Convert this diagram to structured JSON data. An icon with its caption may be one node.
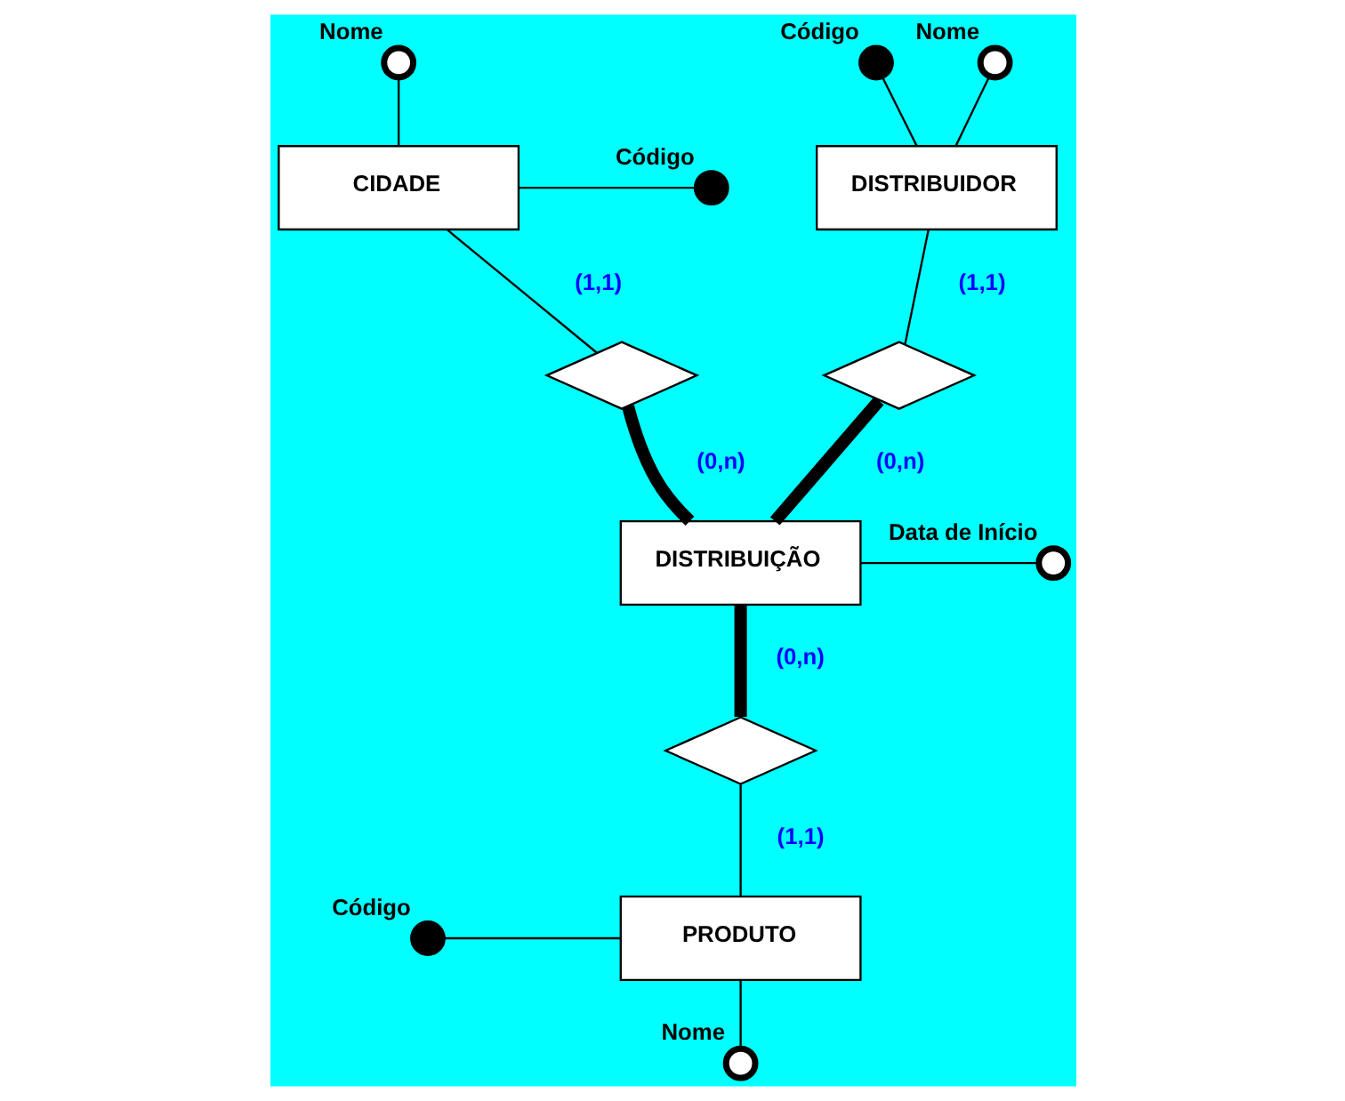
{
  "diagram": {
    "nodes": [
      {
        "text": [],
        "shape": "circle",
        "beside": [
          "Nome"
        ]
      },
      {
        "text": [],
        "shape": "circle",
        "beside": [
          "Código"
        ]
      },
      {
        "text": [],
        "shape": "circle",
        "beside": [
          "Nome"
        ]
      },
      {
        "text": [],
        "shape": "circle",
        "beside": [
          "Código"
        ]
      },
      {
        "text": [
          "CIDADE"
        ]
      },
      {
        "text": [
          "DISTRIBUIDOR"
        ]
      },
      {
        "text": [],
        "shape": "diamond"
      },
      {
        "text": [],
        "shape": "diamond"
      },
      {
        "text": [
          "DISTRIBUIÇÃO"
        ]
      },
      {
        "text": [],
        "shape": "circle",
        "beside": [
          "Data de Início"
        ]
      },
      {
        "text": [],
        "shape": "diamond"
      },
      {
        "text": [],
        "shape": "circle",
        "beside": [
          "Código"
        ]
      },
      {
        "text": [
          "PRODUTO"
        ]
      },
      {
        "text": [],
        "shape": "circle",
        "beside": [
          "Nome"
        ]
      }
    ],
    "edges": [
      {
        "from": 0,
        "to": 4,
        "arrow": "none"
      },
      {
        "from": 3,
        "to": 4,
        "arrow": "none"
      },
      {
        "from": 1,
        "to": 5,
        "arrow": "none"
      },
      {
        "from": 2,
        "to": 5,
        "arrow": "none"
      },
      {
        "from": 4,
        "to": 6,
        "arrow": "none",
        "label": "(1,1)"
      },
      {
        "from": 5,
        "to": 7,
        "arrow": "none",
        "label": "(1,1)"
      },
      {
        "from": 6,
        "to": 8,
        "arrow": "none",
        "label": "(0,n)",
        "style": "thick"
      },
      {
        "from": 7,
        "to": 8,
        "arrow": "none",
        "label": "(0,n)",
        "style": "thick"
      },
      {
        "from": 8,
        "to": 9,
        "arrow": "none"
      },
      {
        "from": 8,
        "to": 10,
        "arrow": "none",
        "label": "(0,n)",
        "style": "thick"
      },
      {
        "from": 10,
        "to": 12,
        "arrow": "none",
        "label": "(1,1)"
      },
      {
        "from": 11,
        "to": 12,
        "arrow": "none"
      },
      {
        "from": 12,
        "to": 13,
        "arrow": "none"
      }
    ]
  }
}
